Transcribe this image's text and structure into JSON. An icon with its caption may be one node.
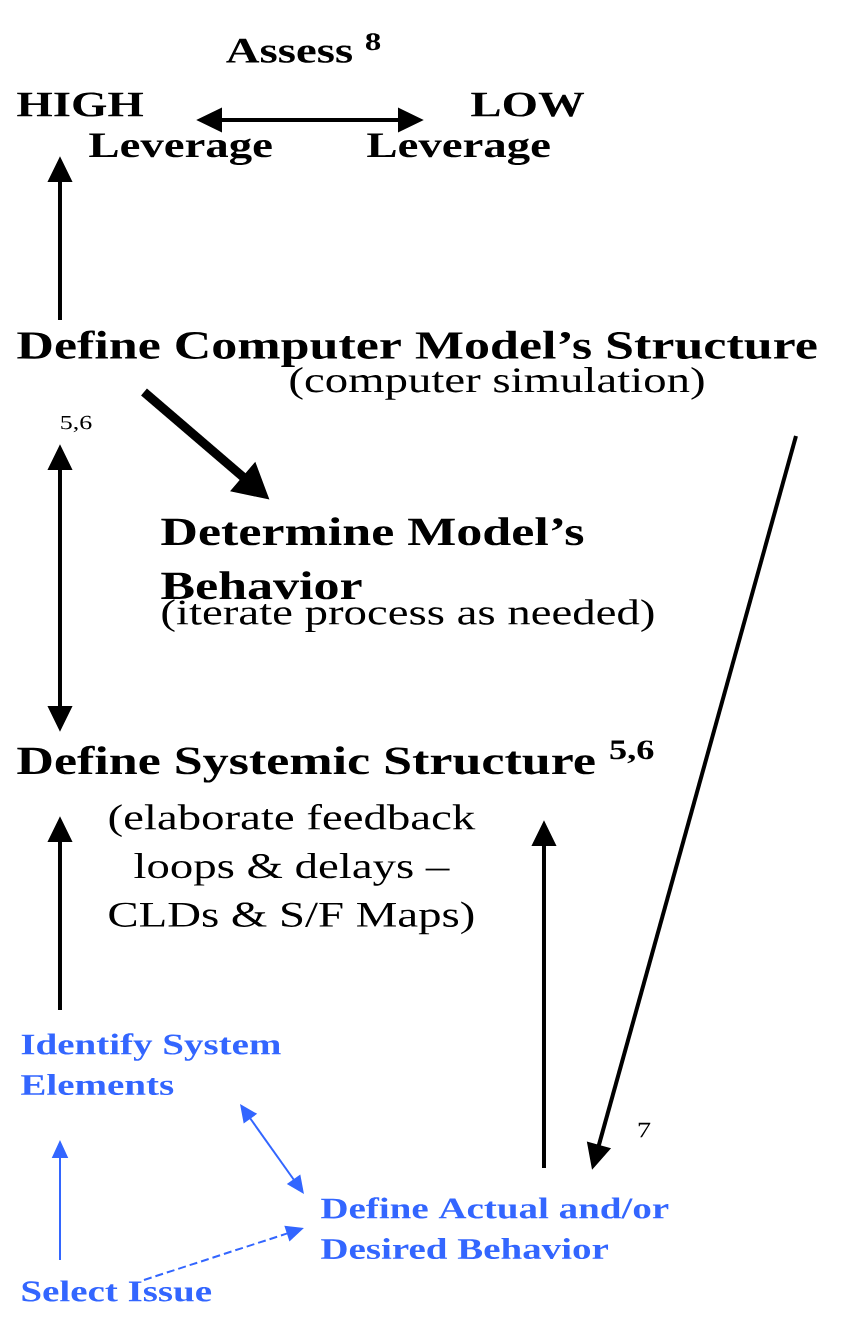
{
  "diagram": {
    "nodes": [
      {
        "text": [
          "HIGH",
          "Leverage"
        ]
      },
      {
        "text": [
          "LOW",
          "Leverage"
        ]
      },
      {
        "text": [
          "Define Computer Model’s Structure",
          "(computer simulation)"
        ],
        "beside": [
          "5,6"
        ]
      },
      {
        "text": [
          "Determine Model’s Behavior",
          "(iterate process as needed)"
        ]
      },
      {
        "text": [
          "Define Systemic Structure $^{5,6}$",
          "(elaborate feedback loops & delays – CLDs & S/F Maps)"
        ]
      },
      {
        "text": [
          "Identify System Elements"
        ]
      },
      {
        "text": [
          "Define Actual and/or Desired Behavior"
        ],
        "beside": [
          "7"
        ]
      },
      {
        "text": [
          "Select Issue"
        ]
      }
    ],
    "edges": [
      {
        "from": 0,
        "to": 1,
        "arrow": "both",
        "label": "Assess $^{8}$"
      },
      {
        "from": 2,
        "to": 0,
        "arrow": "to"
      },
      {
        "from": 2,
        "to": 3,
        "arrow": "to",
        "style": "thick"
      },
      {
        "from": 2,
        "to": 4,
        "arrow": "both"
      },
      {
        "from": 2,
        "to": 6,
        "arrow": "to"
      },
      {
        "from": 5,
        "to": 4,
        "arrow": "to"
      },
      {
        "from": 6,
        "to": 4,
        "arrow": "to"
      },
      {
        "from": 5,
        "to": 6,
        "arrow": "both",
        "color": "#3366ff"
      },
      {
        "from": 7,
        "to": 5,
        "arrow": "to",
        "color": "#3366ff"
      },
      {
        "from": 7,
        "to": 6,
        "arrow": "to",
        "style": "dashed",
        "color": "#3366ff"
      }
    ]
  }
}
